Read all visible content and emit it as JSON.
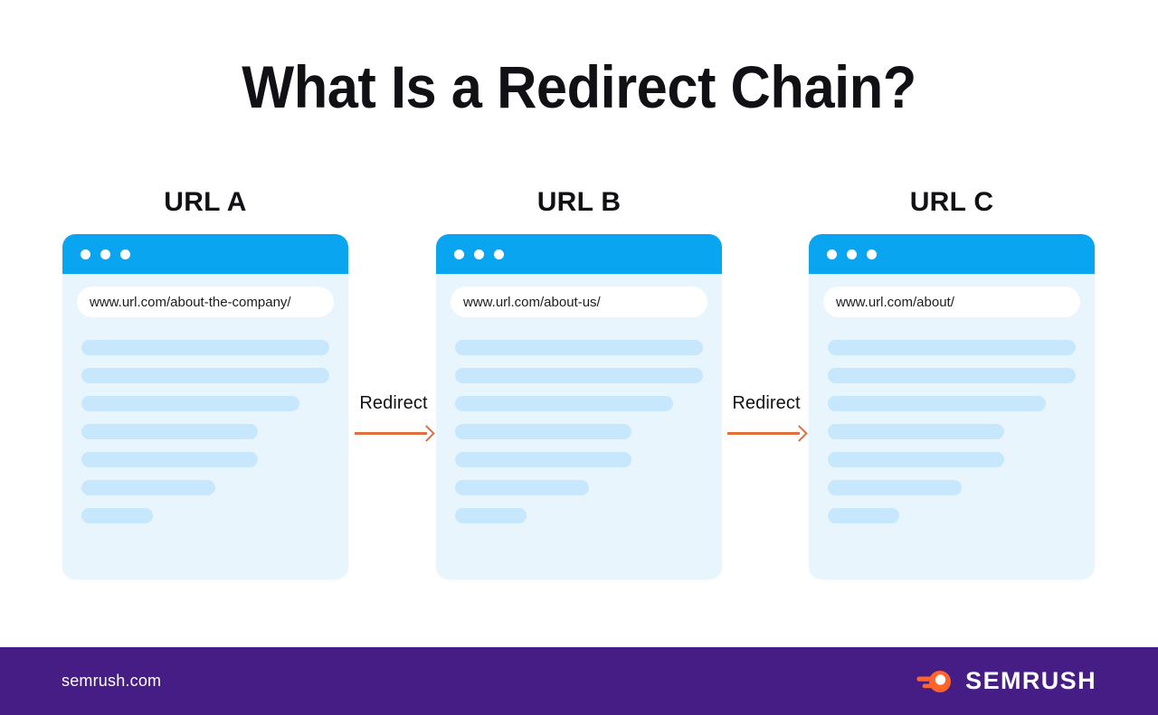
{
  "title": "What Is a Redirect Chain?",
  "diagram": {
    "steps": [
      {
        "label": "URL A",
        "url": "www.url.com/about-the-company/",
        "window_dots": [
          "dot-1",
          "dot-2",
          "dot-3"
        ],
        "skeleton_widths": [
          "100%",
          "100%",
          "88%",
          "71%",
          "71%",
          "54%",
          "29%"
        ]
      },
      {
        "label": "URL B",
        "url": "www.url.com/about-us/",
        "window_dots": [
          "dot-1",
          "dot-2",
          "dot-3"
        ],
        "skeleton_widths": [
          "100%",
          "100%",
          "88%",
          "71%",
          "71%",
          "54%",
          "29%"
        ]
      },
      {
        "label": "URL C",
        "url": "www.url.com/about/",
        "window_dots": [
          "dot-1",
          "dot-2",
          "dot-3"
        ],
        "skeleton_widths": [
          "100%",
          "100%",
          "88%",
          "71%",
          "71%",
          "54%",
          "29%"
        ]
      }
    ],
    "connectors": [
      {
        "label": "Redirect",
        "icon": "arrow-right-icon"
      },
      {
        "label": "Redirect",
        "icon": "arrow-right-icon"
      }
    ]
  },
  "footer": {
    "site": "semrush.com",
    "brand": "SEMRUSH",
    "logo_icon": "semrush-comet-icon"
  },
  "colors": {
    "page_background": "#ffffff",
    "title_text": "#111015",
    "browser_bar": "#0aa5f0",
    "card_background": "#e9f5fd",
    "skeleton_bar": "#c7e7fc",
    "address_bar": "#ffffff",
    "arrow": "#e2703f",
    "footer_background": "#461d84",
    "footer_text": "#ffffff",
    "brand_mark": "#ff642d"
  }
}
